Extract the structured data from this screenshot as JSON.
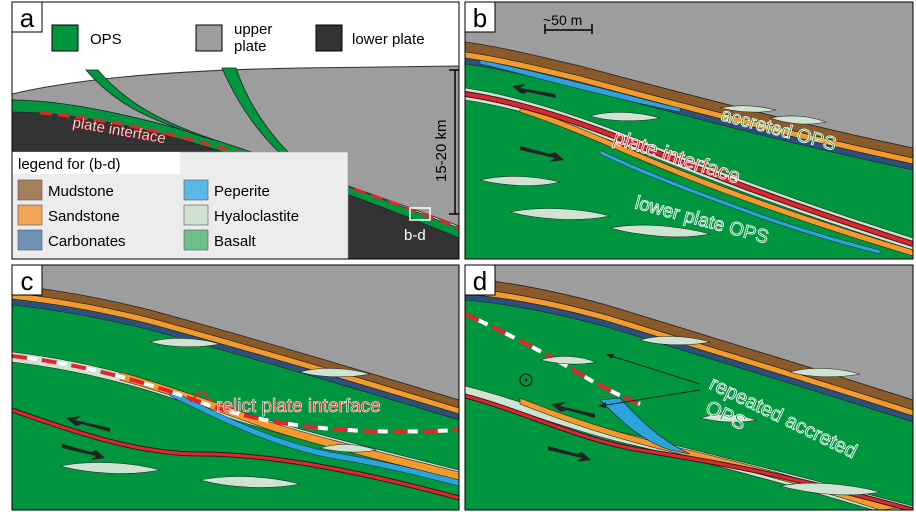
{
  "panels": {
    "a": "a",
    "b": "b",
    "c": "c",
    "d": "d"
  },
  "key": {
    "ops": "OPS",
    "upper_plate_line1": "upper",
    "upper_plate_line2": "plate",
    "lower_plate": "lower plate"
  },
  "panel_a": {
    "plate_interface": "plate interface",
    "depth": "15-20 km",
    "box_label": "b-d"
  },
  "legend": {
    "title": "legend for (b-d)",
    "items": [
      {
        "label": "Mudstone",
        "color": "#a3805a"
      },
      {
        "label": "Sandstone",
        "color": "#f0a559"
      },
      {
        "label": "Carbonates",
        "color": "#6f93b6"
      },
      {
        "label": "Peperite",
        "color": "#5ab7e6"
      },
      {
        "label": "Hyaloclastite",
        "color": "#cfe3d2"
      },
      {
        "label": "Basalt",
        "color": "#72bf8e"
      }
    ]
  },
  "panel_b": {
    "scale": "~50 m",
    "accreted": "accreted OPS",
    "interface": "plate interface",
    "lower": "lower plate OPS"
  },
  "panel_c": {
    "relict": "relict plate interface"
  },
  "panel_d": {
    "repeated": "repeated accreted",
    "ops": "OPS"
  },
  "colors": {
    "ops_green": "#00963f",
    "upper_plate": "#9d9d9d",
    "lower_plate": "#333333",
    "interface_red": "#e3252b",
    "mudstone": "#8a5a2b",
    "sandstone": "#f39a2c",
    "carbonate": "#2d4f7c",
    "peperite": "#2ba3dc"
  }
}
